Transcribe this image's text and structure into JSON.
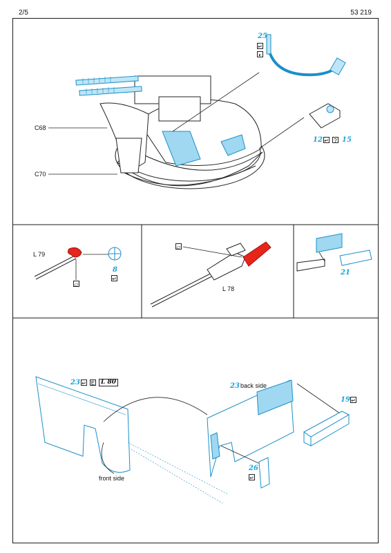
{
  "header": {
    "page": "2/5",
    "code": "53 219"
  },
  "panel_top": {
    "labels": [
      "C68",
      "C70"
    ],
    "parts": [
      "25",
      "12",
      "15"
    ],
    "symbols": [
      "bend-icon",
      "fold-icon",
      "question-icon"
    ]
  },
  "panel_mid_left": {
    "label": "L 79",
    "part": "8"
  },
  "panel_mid_center": {
    "label": "L 78"
  },
  "panel_mid_right": {
    "part": "21"
  },
  "panel_bottom": {
    "part_front": "23",
    "part_back": "23",
    "back_label": "back side",
    "front_label": "front side",
    "part_right": "19",
    "part_small": "26",
    "ref_letter": "E",
    "ref_label": "L 80"
  }
}
